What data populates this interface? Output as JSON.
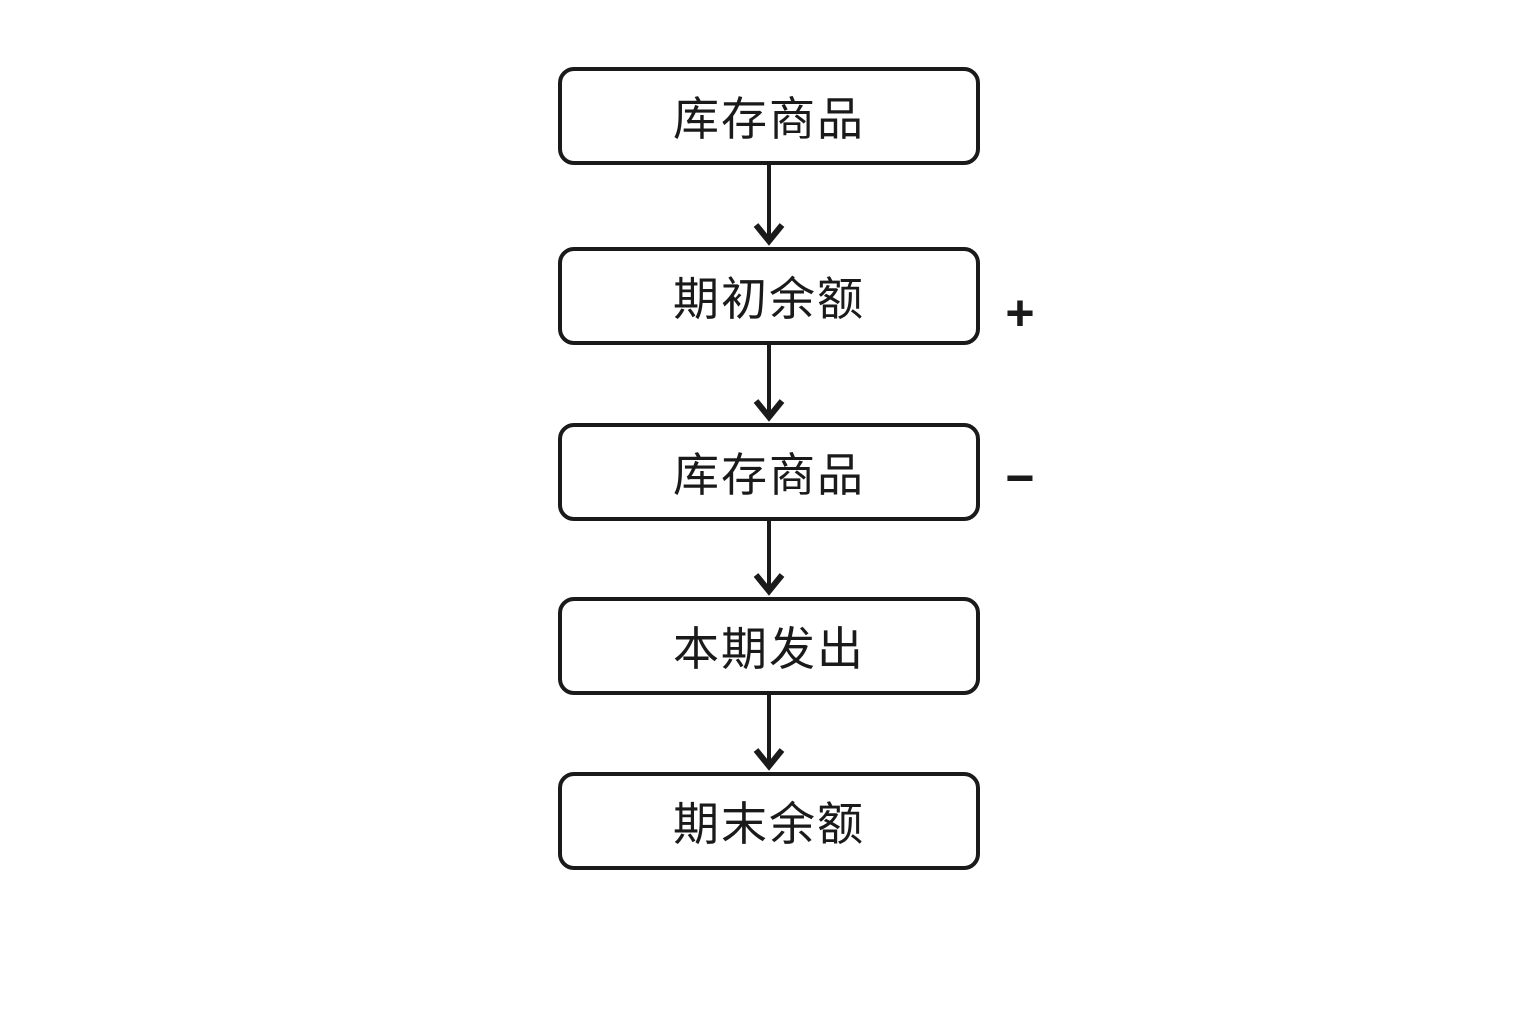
{
  "diagram": {
    "background": "#ffffff",
    "stroke_color": "#1a1a1a",
    "nodes": [
      {
        "label": "库存商品"
      },
      {
        "label": "期初余额",
        "operator": "+"
      },
      {
        "label": "库存商品",
        "operator": "−"
      },
      {
        "label": "本期发出"
      },
      {
        "label": "期末余额"
      }
    ]
  }
}
